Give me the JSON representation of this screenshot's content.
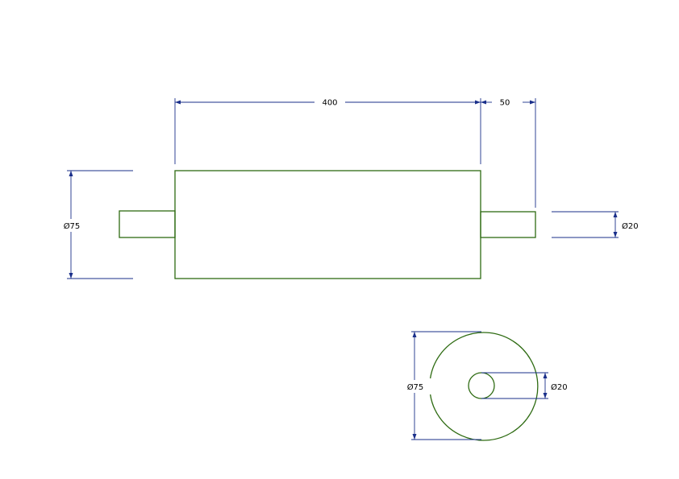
{
  "colors": {
    "part_outline": "#2e6b12",
    "dimension_lines": "#1a2f8a",
    "background": "#ffffff"
  },
  "front_view": {
    "dimensions": {
      "body_length": "400",
      "shaft_length": "50",
      "body_diameter": "Ø75",
      "shaft_diameter": "Ø20"
    }
  },
  "end_view": {
    "dimensions": {
      "outer_diameter": "Ø75",
      "bore_diameter": "Ø20"
    }
  }
}
